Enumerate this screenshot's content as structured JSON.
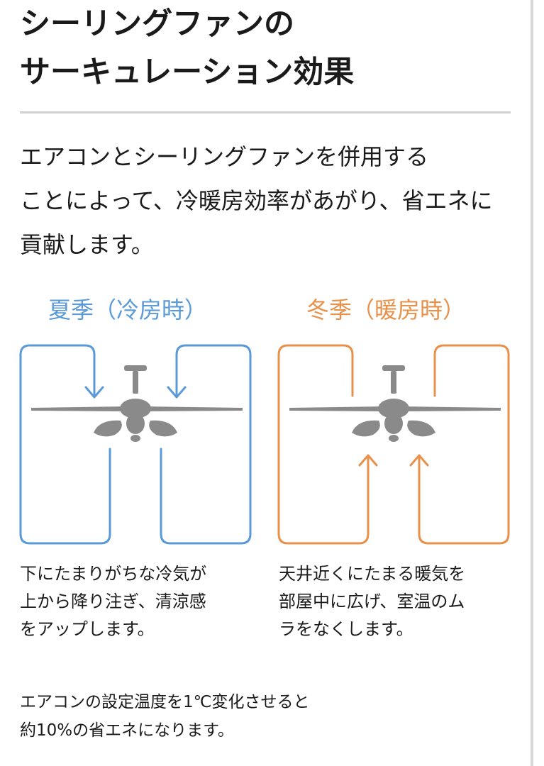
{
  "title": {
    "line1": "シーリングファンの",
    "line2": "サーキュレーション効果"
  },
  "intro": {
    "line1": "エアコンとシーリングファンを併用する",
    "line2": "ことによって、冷暖房効率があがり、省エネに",
    "line3": "貢献します。"
  },
  "summer": {
    "heading": "夏季（冷房時）",
    "color": "#5b9ad8",
    "airflow": "down",
    "desc": {
      "line1": "下にたまりがちな冷気が",
      "line2": "上から降り注ぎ、清涼感",
      "line3": "をアップします。"
    }
  },
  "winter": {
    "heading": "冬季（暖房時）",
    "color": "#e8914a",
    "airflow": "up",
    "desc": {
      "line1": "天井近くにたまる暖気を",
      "line2": "部屋中に広げ、室温のム",
      "line3": "ラをなくします。"
    }
  },
  "note": {
    "line1": "エアコンの設定温度を1℃変化させると",
    "line2": "約10%の省エネになります。"
  },
  "icons": {
    "fan": "ceiling-fan-icon",
    "arrow_down": "arrow-down-icon",
    "arrow_up": "arrow-up-icon"
  },
  "colors": {
    "fan": "#8a8a8a",
    "divider": "#cfcfcf",
    "text": "#1a1a1a"
  }
}
